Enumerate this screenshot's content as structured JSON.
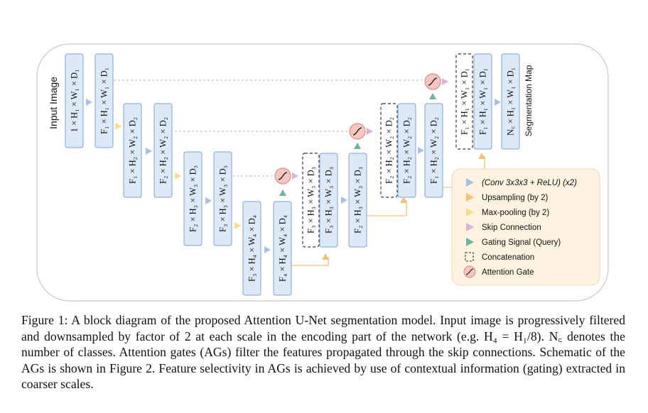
{
  "diagram": {
    "input_label": "Input Image",
    "output_label": "Segmentation Map",
    "blocks": [
      {
        "id": "e1a",
        "label": "1 × H₁ × W₁ × D₁"
      },
      {
        "id": "e1b",
        "label": "F₁ × H₁ × W₁ × D₁"
      },
      {
        "id": "e2a",
        "label": "F₁ × H₂ × W₂ × D₂"
      },
      {
        "id": "e2b",
        "label": "F₂ × H₂ × W₂ × D₂"
      },
      {
        "id": "e3a",
        "label": "F₂ × H₃ × W₃ × D₃"
      },
      {
        "id": "e3b",
        "label": "F₃ × H₃ × W₃ × D₃"
      },
      {
        "id": "e4a",
        "label": "F₃ × H₄ × W₄ × D₄"
      },
      {
        "id": "e4b",
        "label": "F₄ × H₄ × W₄ × D₄"
      },
      {
        "id": "d3c",
        "label": "F₃ × H₃ × W₃ × D₃"
      },
      {
        "id": "d3s",
        "label": "F₃ × H₃ × W₃ × D₃"
      },
      {
        "id": "d3o",
        "label": "F₂ × H₃ × W₃ × D₃"
      },
      {
        "id": "d2c",
        "label": "F₂ × H₂ × W₂ × D₂"
      },
      {
        "id": "d2s",
        "label": "F₂ × H₂ × W₂ × D₂"
      },
      {
        "id": "d2o",
        "label": "F₁ × H₂ × W₂ × D₂"
      },
      {
        "id": "d1c",
        "label": "F₁ × H₁ × W₁ × D₁"
      },
      {
        "id": "d1s",
        "label": "F₁ × H₁ × W₁ × D₁"
      },
      {
        "id": "out",
        "label": "N꜀ × H₁ × W₁ × D₁"
      }
    ],
    "legend": [
      {
        "icon": "conv-arrow-icon",
        "color": "#a8c1e0",
        "label": "(Conv 3x3x3 + ReLU) (x2)"
      },
      {
        "icon": "upsampling-arrow-icon",
        "color": "#f5c07a",
        "label": "Upsampling (by 2)"
      },
      {
        "icon": "maxpool-arrow-icon",
        "color": "#f8dc8e",
        "label": "Max-pooling (by 2)"
      },
      {
        "icon": "skip-arrow-icon",
        "color": "#d6b4d4",
        "label": "Skip Connection"
      },
      {
        "icon": "gating-arrow-icon",
        "color": "#6fb59a",
        "label": "Gating Signal (Query)"
      },
      {
        "icon": "concatenation-icon",
        "color": "#333333",
        "label": "Concatenation"
      },
      {
        "icon": "attention-gate-icon",
        "color": "#f2a9a4",
        "label": "Attention Gate"
      }
    ]
  },
  "caption": "Figure 1: A block diagram of the proposed Attention U-Net segmentation model. Input image is progressively filtered and downsampled by factor of 2 at each scale in the encoding part of the network (e.g. H₄ = H₁/8). N꜀ denotes the number of classes. Attention gates (AGs) filter the features propagated through the skip connections. Schematic of the AGs is shown in Figure 2. Feature selectivity in AGs is achieved by use of contextual information (gating) extracted in coarser scales."
}
